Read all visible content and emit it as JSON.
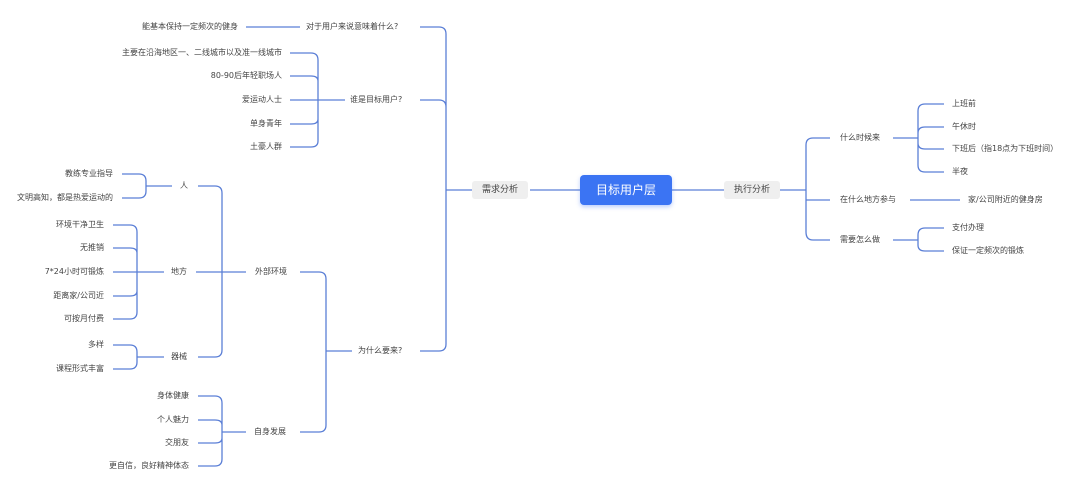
{
  "root": {
    "label": "目标用户层",
    "color": "#3b74f3"
  },
  "line_color": "#5b7fd6",
  "left": {
    "label": "需求分析",
    "branches": [
      {
        "label": "对于用户来说意味着什么?",
        "children": [
          "能基本保持一定频次的健身"
        ]
      },
      {
        "label": "谁是目标用户?",
        "children": [
          "主要在沿海地区一、二线城市以及准一线城市",
          "80-90后年轻职场人",
          "爱运动人士",
          "单身青年",
          "土豪人群"
        ]
      },
      {
        "label": "为什么要来?",
        "children": [
          {
            "label": "外部环境",
            "children": [
              {
                "label": "人",
                "children": [
                  "教练专业指导",
                  "文明高知，都是热爱运动的"
                ]
              },
              {
                "label": "地方",
                "children": [
                  "环境干净卫生",
                  "无推销",
                  "7*24小时可锻炼",
                  "距离家/公司近",
                  "可按月付费"
                ]
              },
              {
                "label": "器械",
                "children": [
                  "多样",
                  "课程形式丰富"
                ]
              }
            ]
          },
          {
            "label": "自身发展",
            "children": [
              "身体健康",
              "个人魅力",
              "交朋友",
              "更自信，良好精神体态"
            ]
          }
        ]
      }
    ]
  },
  "right": {
    "label": "执行分析",
    "branches": [
      {
        "label": "什么时候来",
        "children": [
          "上班前",
          "午休时",
          "下班后（指18点为下班时间）",
          "半夜"
        ]
      },
      {
        "label": "在什么地方参与",
        "children": [
          "家/公司附近的健身房"
        ]
      },
      {
        "label": "需要怎么做",
        "children": [
          "支付办理",
          "保证一定频次的锻炼"
        ]
      }
    ]
  }
}
